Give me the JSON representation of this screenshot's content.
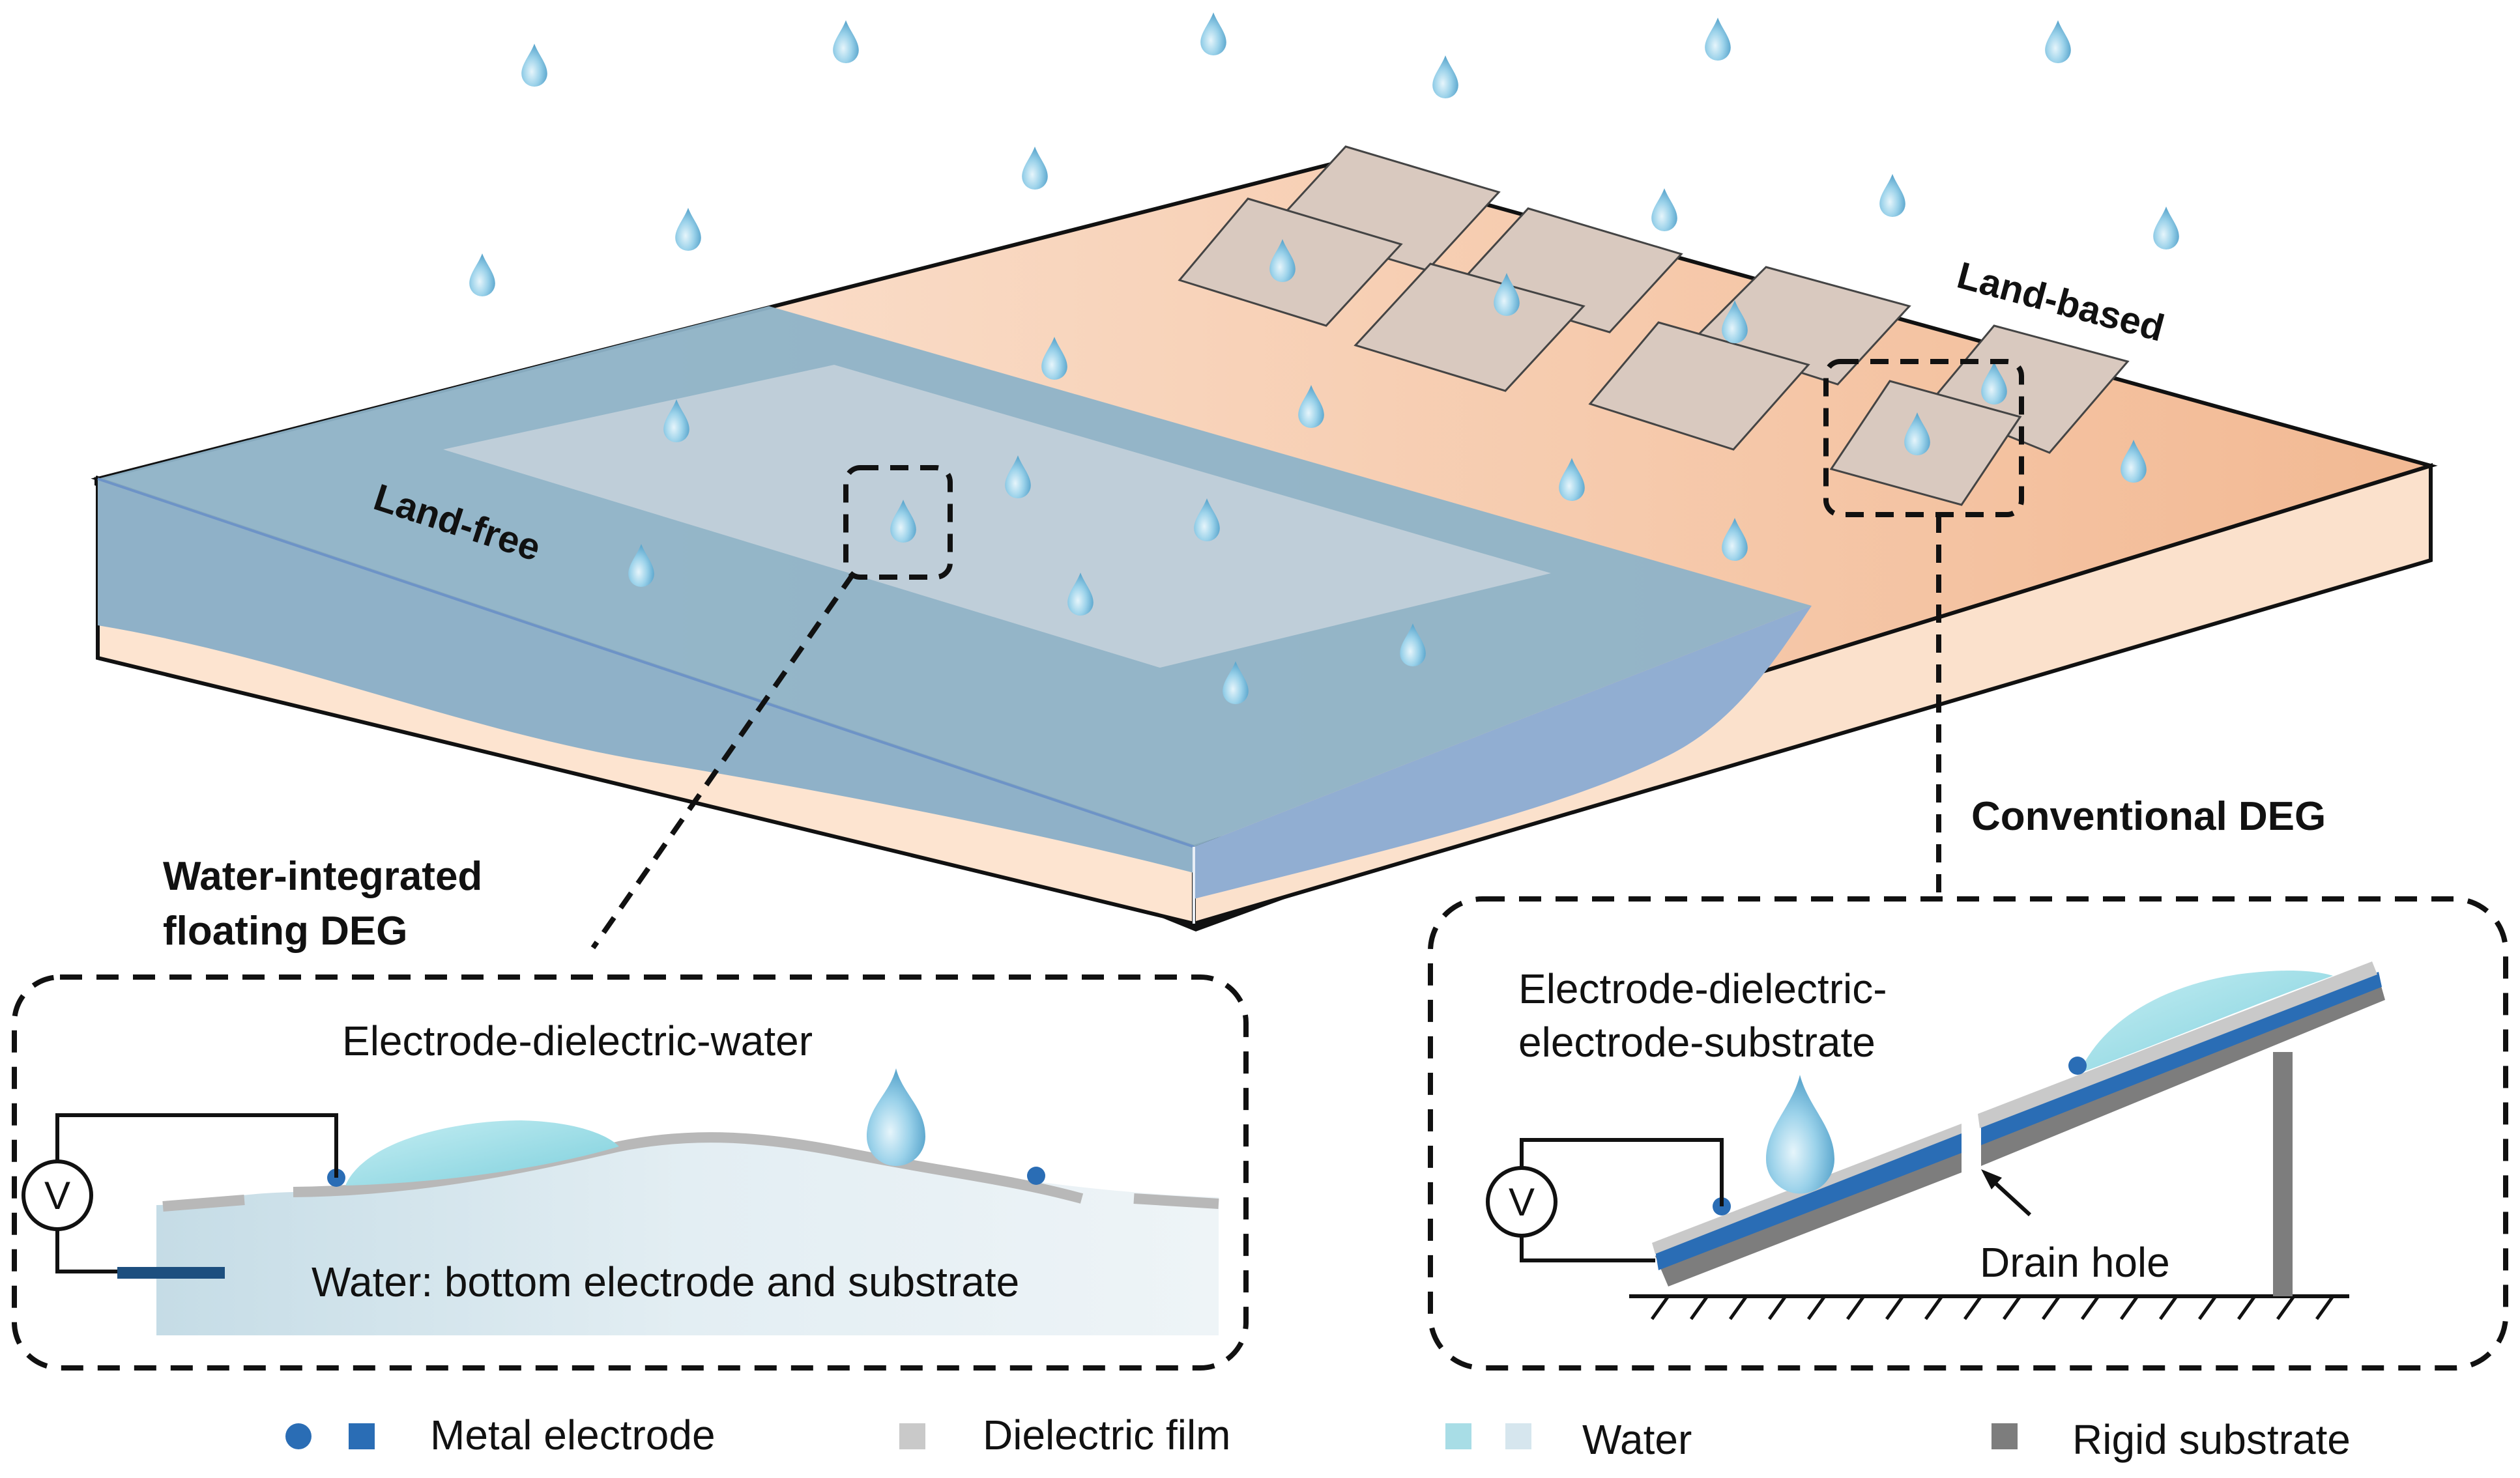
{
  "labels": {
    "land_free": "Land-free",
    "land_based": "Land-based",
    "water_integrated_line1": "Water-integrated",
    "water_integrated_line2": "floating DEG",
    "conventional": "Conventional DEG",
    "left_stack": "Electrode-dielectric-water",
    "left_water": "Water: bottom electrode and substrate",
    "right_stack_line1": "Electrode-dielectric-",
    "right_stack_line2": "electrode-substrate",
    "drain_hole": "Drain hole",
    "voltmeter": "V"
  },
  "legend": [
    {
      "label": "Metal electrode",
      "icon": "dot-and-square",
      "color": "#2a6db5"
    },
    {
      "label": "Dielectric film",
      "icon": "square",
      "color": "#c9c9c9"
    },
    {
      "label": "Water",
      "icon": "two-squares",
      "colors": [
        "#a8dde6",
        "#d6e6ee"
      ]
    },
    {
      "label": "Rigid substrate",
      "icon": "square",
      "color": "#7d7d7d"
    }
  ],
  "colors": {
    "water": "#8fb3c9",
    "land": "#f6cdb0",
    "dielectric_panel": "#d9c9bf",
    "electrode": "#2a6db5",
    "drop": "#8ccbe4"
  }
}
